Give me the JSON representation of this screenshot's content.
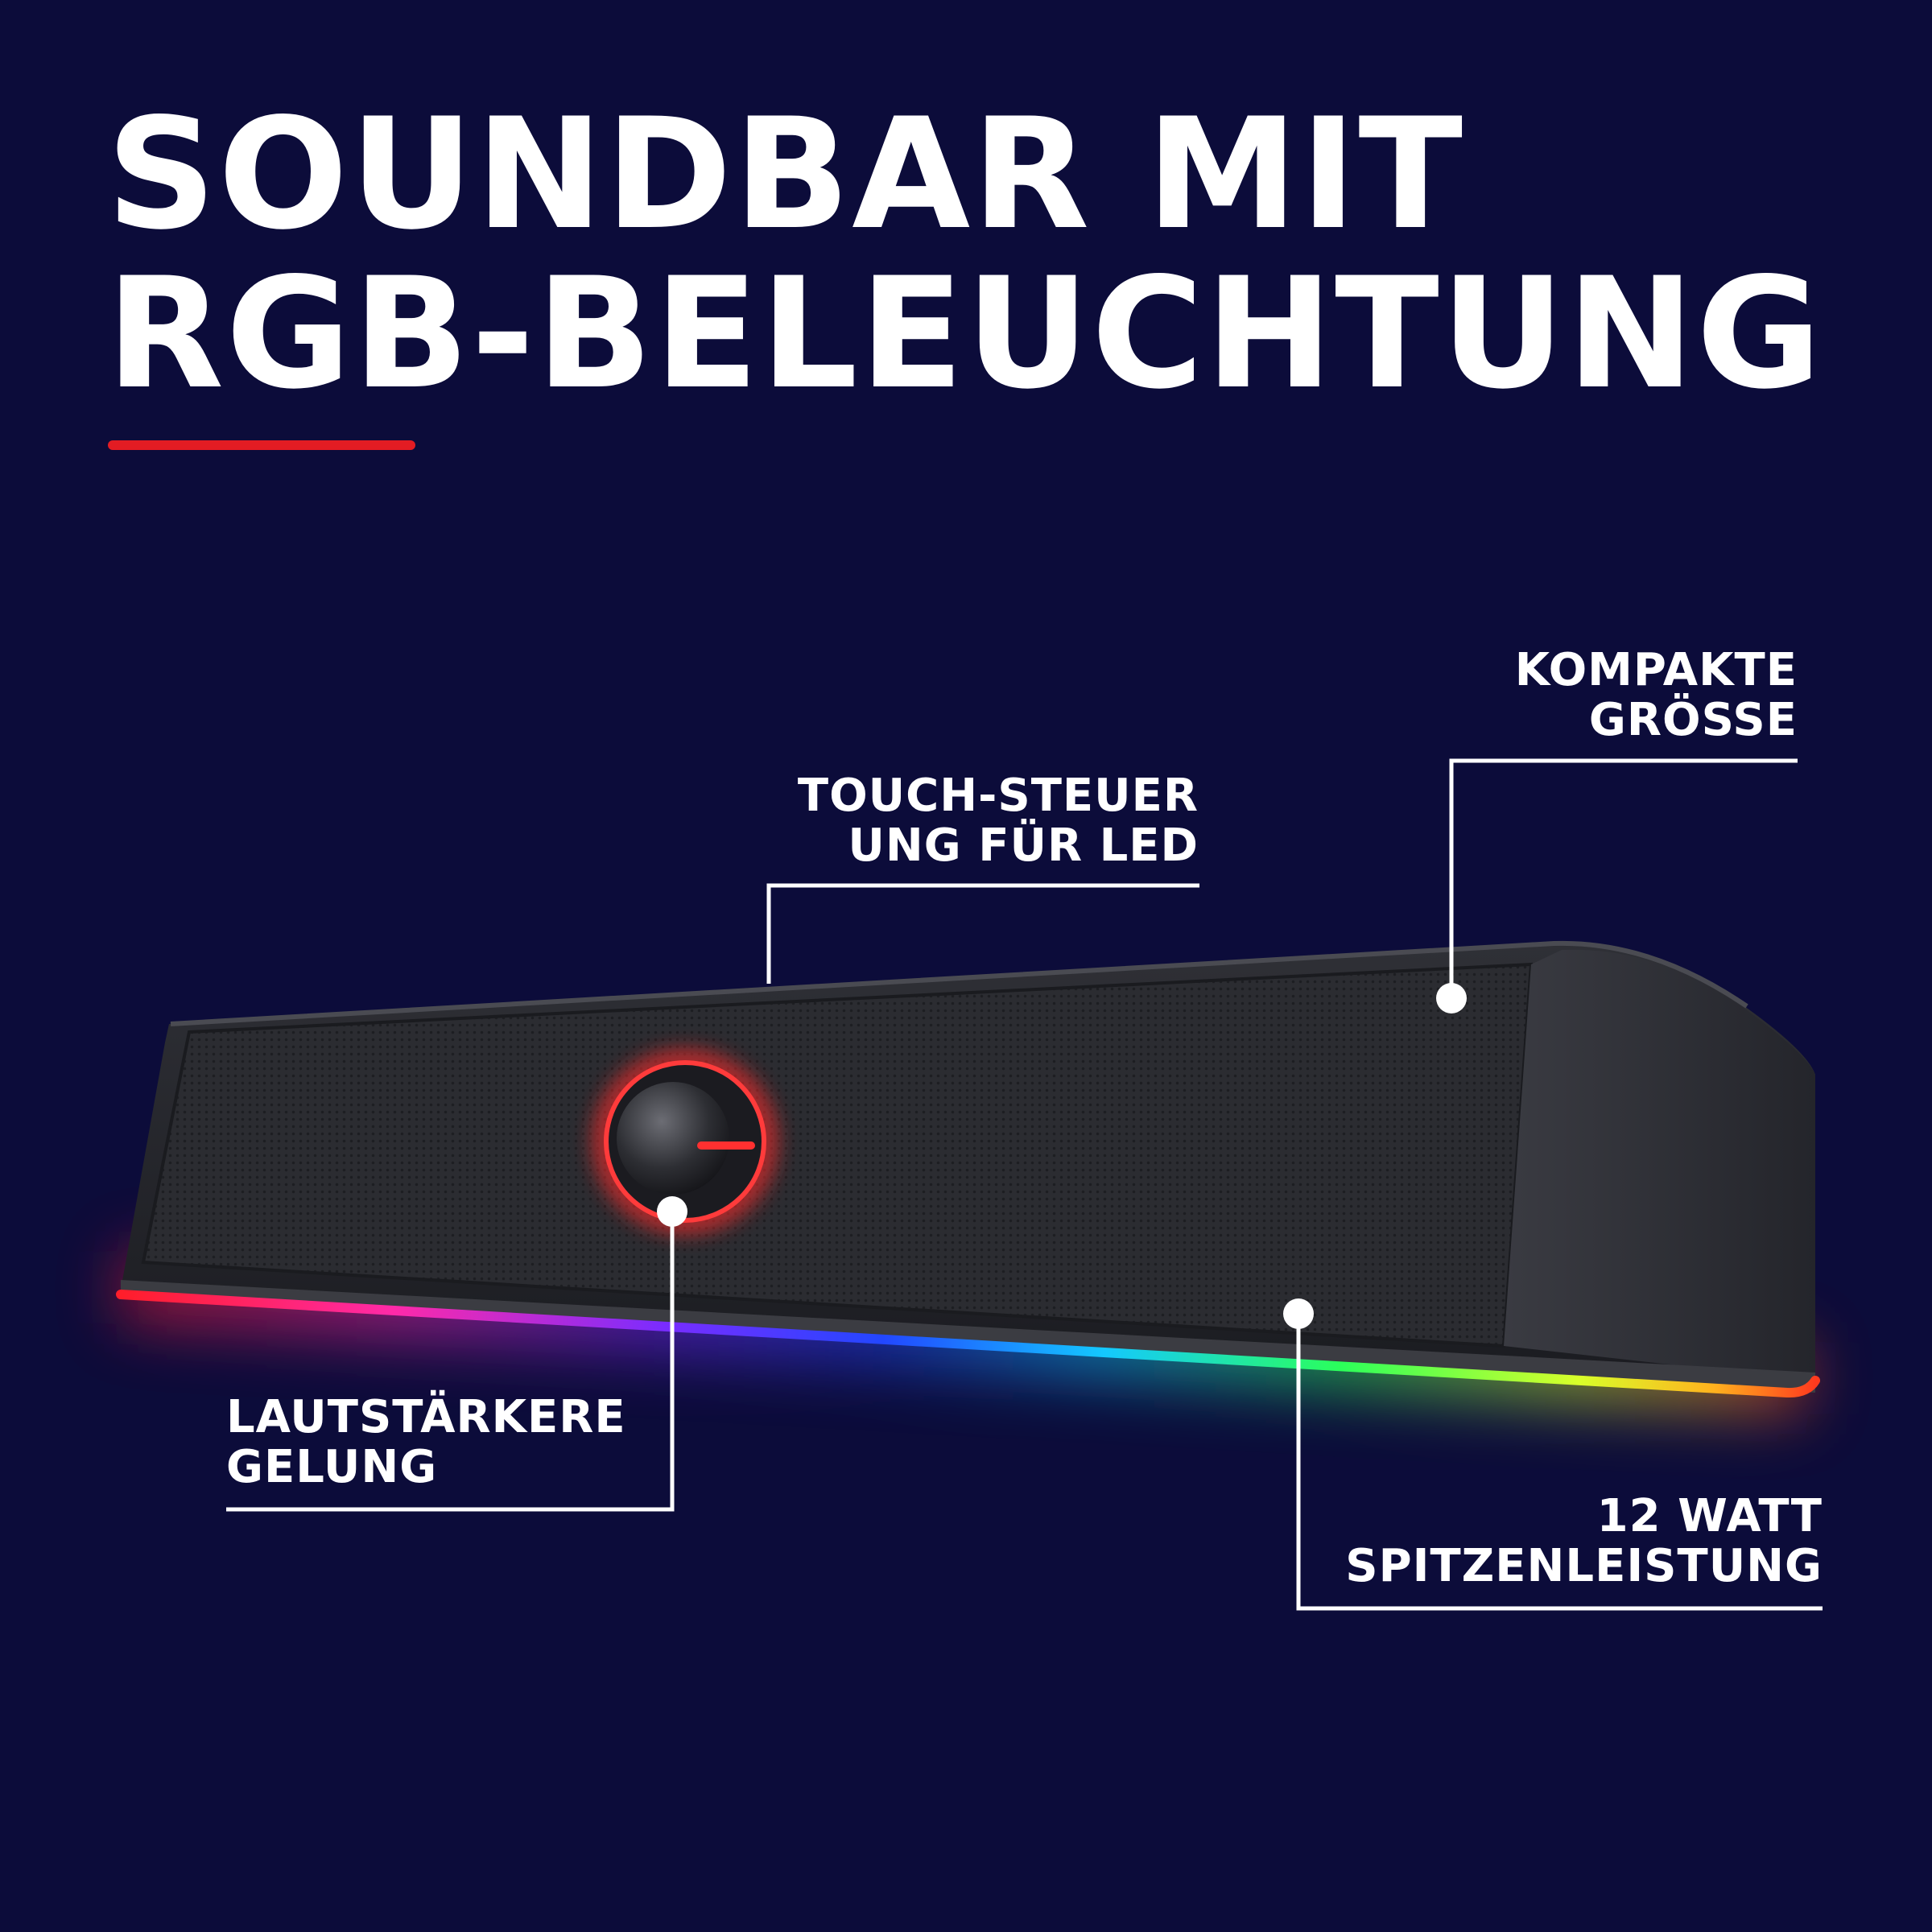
{
  "headline": {
    "line1": "SOUNDBAR MIT",
    "line2": "RGB-BELEUCHTUNG"
  },
  "accent_color": "#e31c23",
  "background_color": "#0c0c3a",
  "callouts": {
    "touch": {
      "line1": "TOUCH-STEUER",
      "line2": "UNG FÜR LED"
    },
    "size": {
      "line1": "KOMPAKTE",
      "line2": "GRÖSSE"
    },
    "volume": {
      "line1": "LAUTSTÄRKERE",
      "line2": "GELUNG"
    },
    "power": {
      "line1": "12 WATT",
      "line2": "SPITZENLEISTUNG"
    }
  },
  "product_image": "soundbar with red-lit control knob and rainbow RGB light strip"
}
